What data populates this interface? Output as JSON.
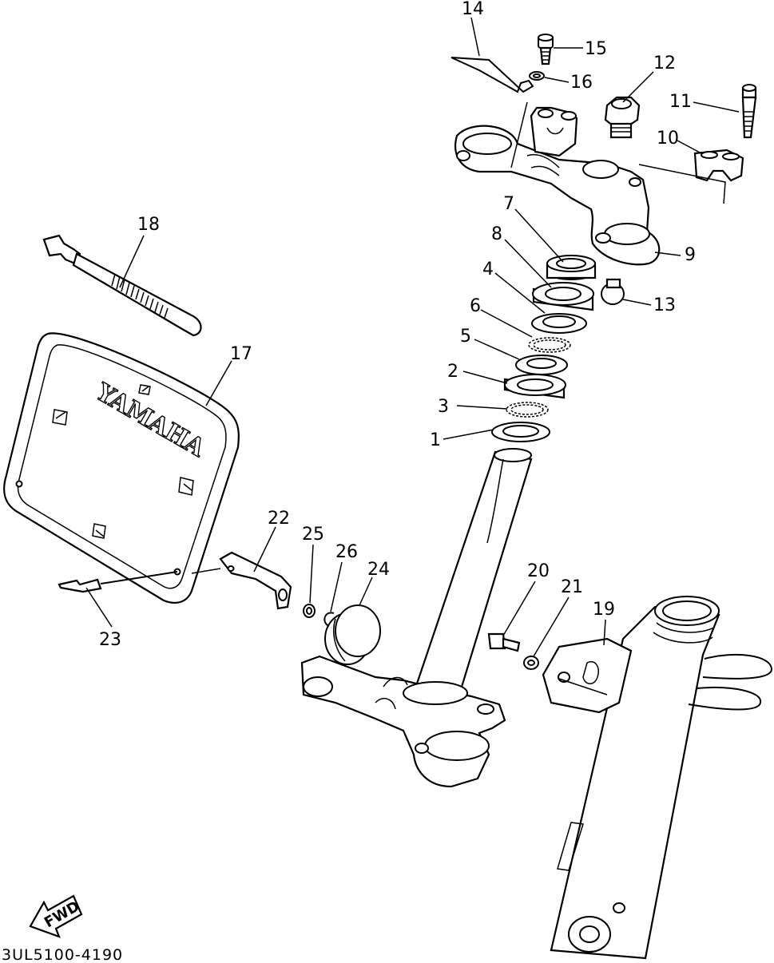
{
  "drawing_code": "3UL5100-4190",
  "direction_badge": "FWD",
  "brand_text": "YAMAHA",
  "callouts": [
    {
      "id": "1",
      "text": "1"
    },
    {
      "id": "2",
      "text": "2"
    },
    {
      "id": "3",
      "text": "3"
    },
    {
      "id": "4",
      "text": "4"
    },
    {
      "id": "5",
      "text": "5"
    },
    {
      "id": "6",
      "text": "6"
    },
    {
      "id": "7",
      "text": "7"
    },
    {
      "id": "8",
      "text": "8"
    },
    {
      "id": "9",
      "text": "9"
    },
    {
      "id": "10",
      "text": "10"
    },
    {
      "id": "11",
      "text": "11"
    },
    {
      "id": "12",
      "text": "12"
    },
    {
      "id": "13",
      "text": "13"
    },
    {
      "id": "14",
      "text": "14"
    },
    {
      "id": "15",
      "text": "15"
    },
    {
      "id": "16",
      "text": "16"
    },
    {
      "id": "17",
      "text": "17"
    },
    {
      "id": "18",
      "text": "18"
    },
    {
      "id": "19",
      "text": "19"
    },
    {
      "id": "20",
      "text": "20"
    },
    {
      "id": "21",
      "text": "21"
    },
    {
      "id": "22",
      "text": "22"
    },
    {
      "id": "23",
      "text": "23"
    },
    {
      "id": "24",
      "text": "24"
    },
    {
      "id": "25",
      "text": "25"
    },
    {
      "id": "26",
      "text": "26"
    }
  ]
}
